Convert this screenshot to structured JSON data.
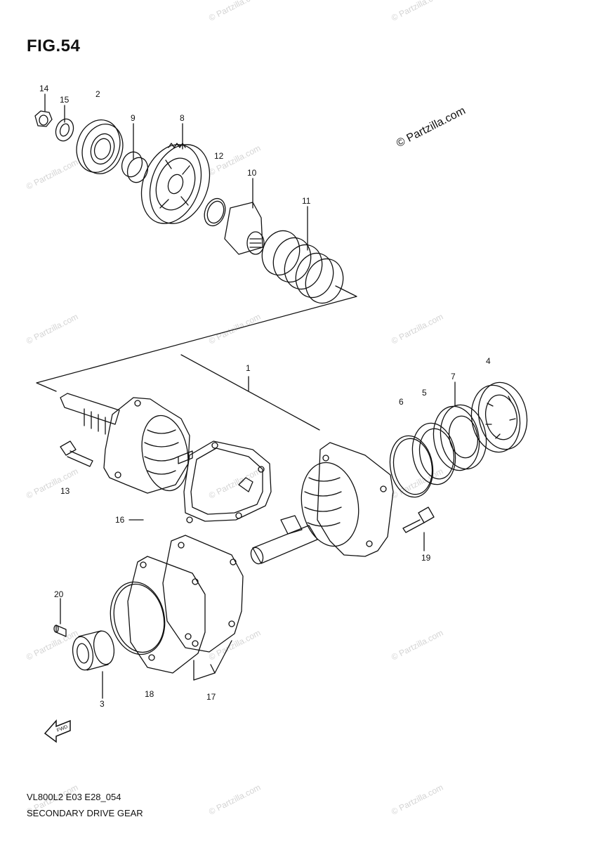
{
  "figure": {
    "title": "FIG.54"
  },
  "footer": {
    "code": "VL800L2 E03 E28_054",
    "title": "SECONDARY DRIVE GEAR"
  },
  "watermark": {
    "text": "© Partzilla.com",
    "color": "#d4d4d4"
  },
  "callouts": {
    "p1": "1",
    "p2": "2",
    "p3": "3",
    "p4": "4",
    "p5": "5",
    "p6": "6",
    "p7": "7",
    "p8": "8",
    "p9": "9",
    "p10": "10",
    "p11": "11",
    "p12": "12",
    "p13": "13",
    "p14": "14",
    "p15": "15",
    "p16": "16",
    "p17": "17",
    "p18": "18",
    "p19": "19",
    "p20": "20"
  },
  "fwd_icon": "fwd-arrow-icon"
}
